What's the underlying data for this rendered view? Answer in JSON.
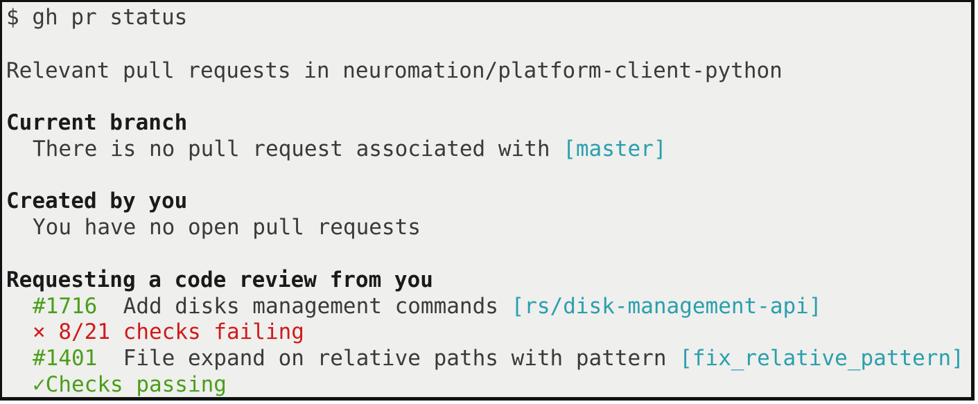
{
  "terminal": {
    "prompt": "$",
    "command": "gh pr status",
    "relevant_line": "Relevant pull requests in neuromation/platform-client-python",
    "current_branch": {
      "heading": "Current branch",
      "message": "There is no pull request associated with ",
      "branch": "[master]"
    },
    "created_by_you": {
      "heading": "Created by you",
      "message": "You have no open pull requests"
    },
    "review_requests": {
      "heading": "Requesting a code review from you",
      "items": [
        {
          "number": "#1716",
          "title": "Add disks management commands ",
          "branch": "[rs/disk-management-api]",
          "status_symbol": "×",
          "status_text": "8/21 checks failing",
          "status_color": "#d01a1a"
        },
        {
          "number": "#1401",
          "title": "File expand on relative paths with pattern ",
          "branch": "[fix_relative_pattern]",
          "status_symbol": "✓",
          "status_text": "Checks passing",
          "status_color": "#4a9e1a"
        }
      ]
    }
  },
  "colors": {
    "background": "#efefed",
    "text": "#3a3a3a",
    "branch": "#2a9fae",
    "pr_number": "#4a9e1a",
    "failing": "#d01a1a",
    "passing": "#4a9e1a"
  }
}
